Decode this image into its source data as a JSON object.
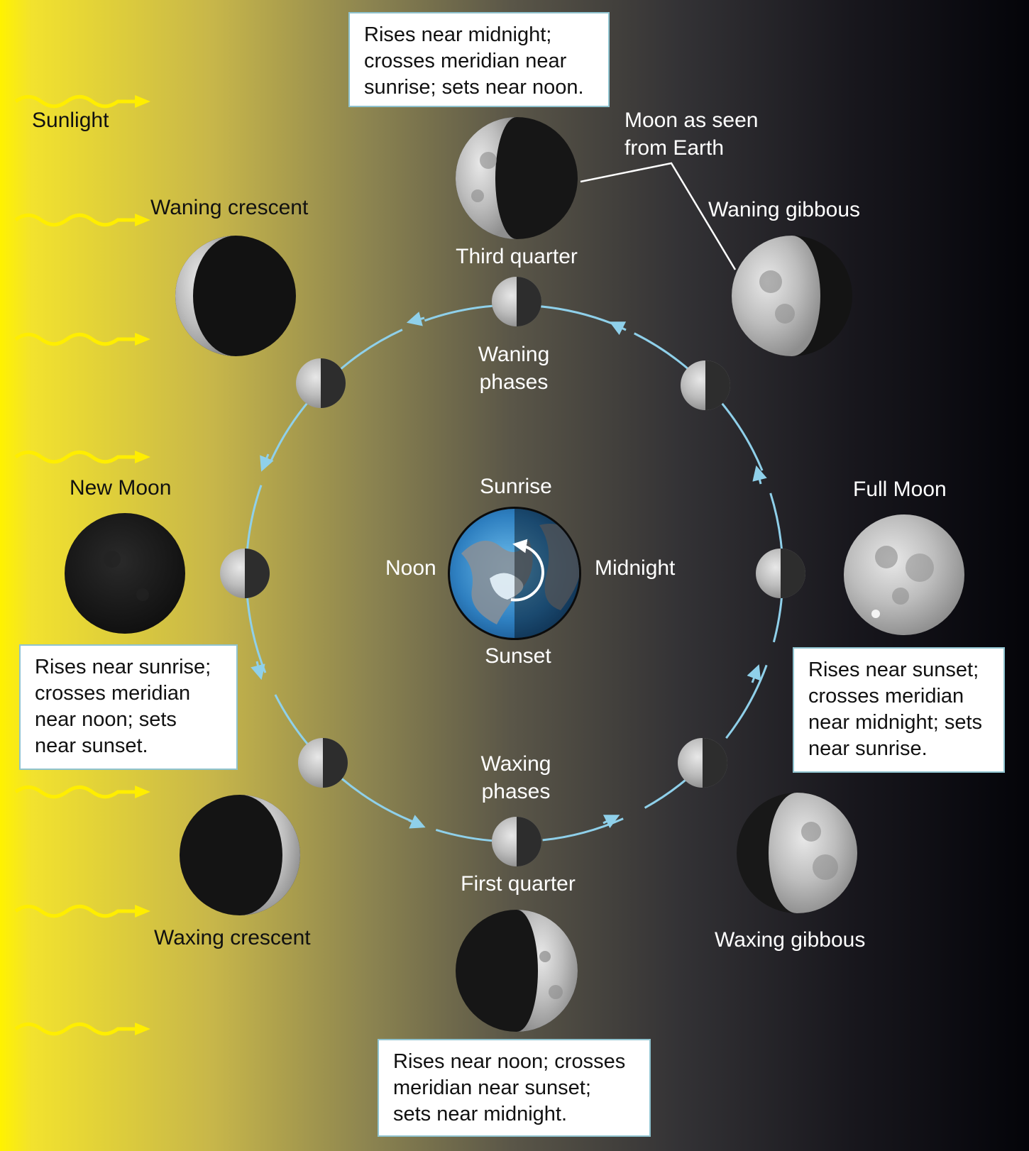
{
  "labels": {
    "sunlight": "Sunlight",
    "moon_as_seen": [
      "Moon as seen",
      "from Earth"
    ],
    "earth_noon": "Noon",
    "earth_midnight": "Midnight",
    "earth_sunrise": "Sunrise",
    "earth_sunset": "Sunset",
    "waning_phases": [
      "Waning",
      "phases"
    ],
    "waxing_phases": [
      "Waxing",
      "phases"
    ]
  },
  "phases": {
    "new_moon": "New Moon",
    "waxing_crescent": "Waxing crescent",
    "first_quarter": "First quarter",
    "waxing_gibbous": "Waxing gibbous",
    "full_moon": "Full Moon",
    "waning_gibbous": "Waning gibbous",
    "third_quarter": "Third quarter",
    "waning_crescent": "Waning crescent"
  },
  "boxes": {
    "third_quarter": [
      "Rises near midnight;",
      "crosses meridian near",
      "sunrise; sets near noon."
    ],
    "new_moon": [
      "Rises near sunrise;",
      "crosses meridian",
      "near noon; sets",
      "near sunset."
    ],
    "full_moon": [
      "Rises near sunset;",
      "crosses meridian",
      "near midnight; sets",
      "near sunrise."
    ],
    "first_quarter": [
      "Rises near noon; crosses",
      "meridian near sunset;",
      "sets near midnight."
    ]
  },
  "colors": {
    "orbit": "#8fd0ea",
    "sunlight": "#ffee00",
    "box_border": "#8fc3cf",
    "ocean": "#2e7fc0"
  }
}
